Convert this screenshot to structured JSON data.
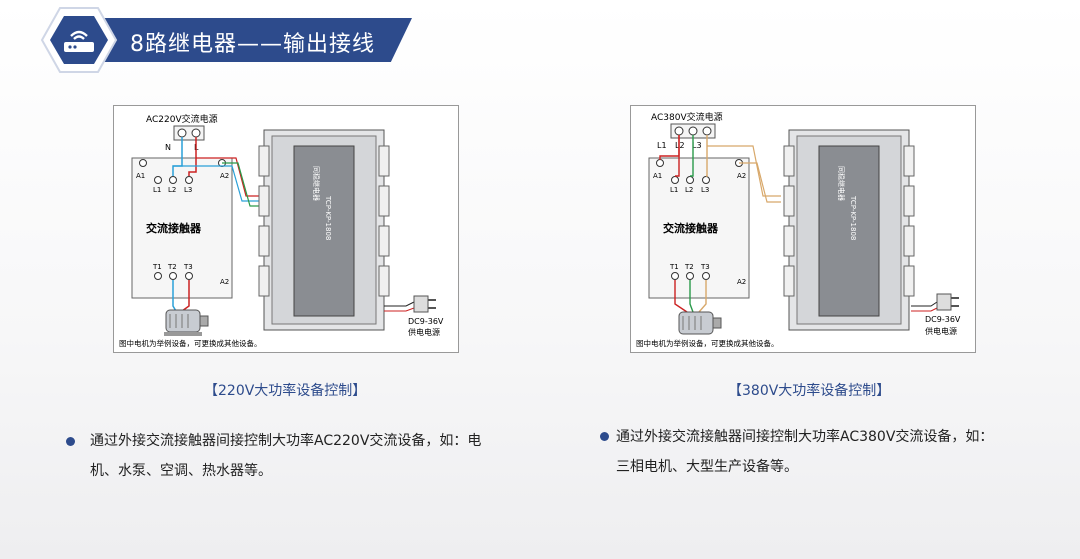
{
  "header": {
    "title": "8路继电器——输出接线"
  },
  "left": {
    "diagram": {
      "power_label": "AC220V交流电源",
      "n_label": "N",
      "l_label": "L",
      "a1": "A1",
      "a2": "A2",
      "a2b": "A2",
      "l1": "L1",
      "l2": "L2",
      "l3": "L3",
      "t1": "T1",
      "t2": "T2",
      "t3": "T3",
      "contactor": "交流接触器",
      "dc_label": "DC9-36V",
      "dc_sub": "供电电源",
      "device_brand": "同稳继电器",
      "device_model": "TCP-KP-1808",
      "note": "图中电机为举例设备，可更换成其他设备。"
    },
    "caption": "【220V大功率设备控制】",
    "bullet_line1": "通过外接交流接触器间接控制大功率AC220V交流设备，如：电",
    "bullet_line2": "机、水泵、空调、热水器等。"
  },
  "right": {
    "diagram": {
      "power_label": "AC380V交流电源",
      "l1_top": "L1",
      "l2_top": "L2",
      "l3_top": "L3",
      "a1": "A1",
      "a2": "A2",
      "a2b": "A2",
      "l1": "L1",
      "l2": "L2",
      "l3": "L3",
      "t1": "T1",
      "t2": "T2",
      "t3": "T3",
      "contactor": "交流接触器",
      "dc_label": "DC9-36V",
      "dc_sub": "供电电源",
      "device_brand": "同稳继电器",
      "device_model": "TCP-KP-1808",
      "note": "图中电机为举例设备，可更换成其他设备。"
    },
    "caption": "【380V大功率设备控制】",
    "bullet_line1": "通过外接交流接触器间接控制大功率AC380V交流设备，如：",
    "bullet_line2": "三相电机、大型生产设备等。"
  },
  "colors": {
    "brand": "#2d4b8c",
    "wire_red": "#cc2222",
    "wire_green": "#2a9a4a",
    "wire_blue": "#2aa0d8",
    "wire_tan": "#d8a86a"
  }
}
